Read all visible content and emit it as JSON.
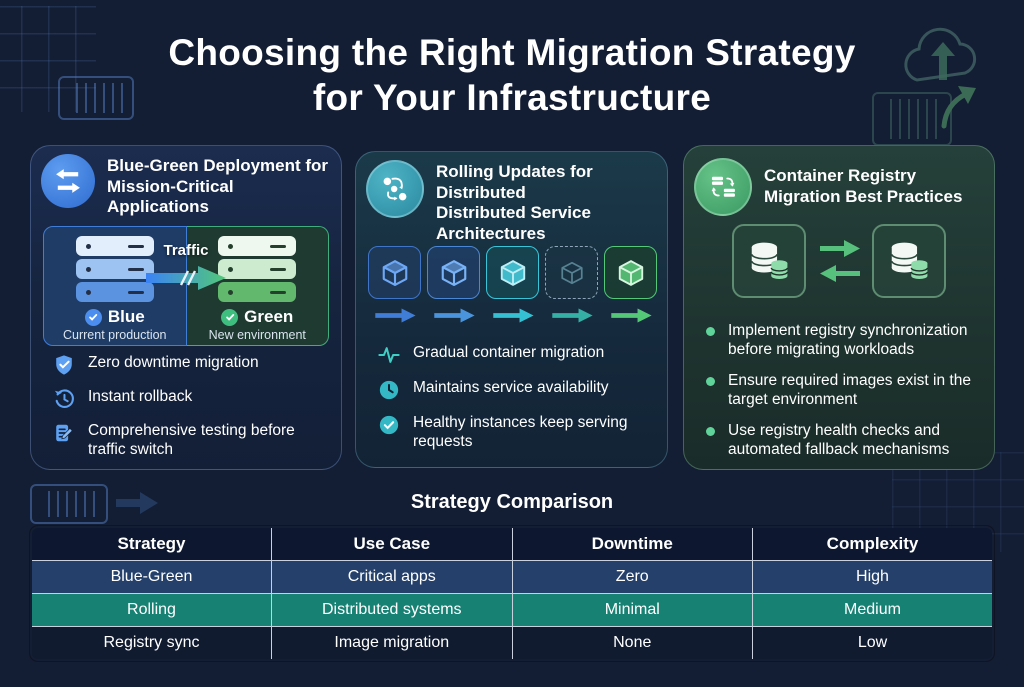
{
  "header": {
    "title_line1": "Choosing the Right Migration Strategy",
    "title_line2": "for Your Infrastructure"
  },
  "panel_blue_green": {
    "title": "Blue-Green Deployment for Mission-Critical Applications",
    "diagram": {
      "traffic_label": "Traffic",
      "blue_label": "Blue",
      "blue_sub": "Current production",
      "green_label": "Green",
      "green_sub": "New environment"
    },
    "bullets": [
      {
        "icon": "shield-check-icon",
        "text": "Zero downtime migration"
      },
      {
        "icon": "rollback-history-icon",
        "text": "Instant rollback"
      },
      {
        "icon": "testing-notes-icon",
        "text": "Comprehensive testing before traffic switch"
      }
    ]
  },
  "panel_rolling": {
    "title": "Rolling Updates for Distributed Distributed Service Architectures",
    "bullets": [
      {
        "icon": "pulse-icon",
        "text": "Gradual container migration"
      },
      {
        "icon": "clock-icon",
        "text": "Maintains service availability"
      },
      {
        "icon": "check-circle-icon",
        "text": "Healthy instances keep serving requests"
      }
    ]
  },
  "panel_registry": {
    "title": "Container Registry Migration Best Practices",
    "bullets": [
      {
        "text": "Implement registry synchronization before migrating workloads"
      },
      {
        "text": "Ensure required images exist in the target environment"
      },
      {
        "text": "Use registry health checks and automated fallback mechanisms"
      }
    ]
  },
  "comparison": {
    "title": "Strategy Comparison",
    "columns": [
      "Strategy",
      "Use Case",
      "Downtime",
      "Complexity"
    ],
    "rows": [
      {
        "variant": "blue",
        "cells": [
          "Blue-Green",
          "Critical apps",
          "Zero",
          "High"
        ]
      },
      {
        "variant": "teal",
        "cells": [
          "Rolling",
          "Distributed systems",
          "Minimal",
          "Medium"
        ]
      },
      {
        "variant": "dark",
        "cells": [
          "Registry sync",
          "Image migration",
          "None",
          "Low"
        ]
      }
    ]
  },
  "colors": {
    "background": "#131d33",
    "blue_accent": "#3b82f6",
    "teal_accent": "#2dd4bf",
    "green_accent": "#34d399",
    "table_row_blue": "#24406b",
    "table_row_teal": "#178274"
  }
}
